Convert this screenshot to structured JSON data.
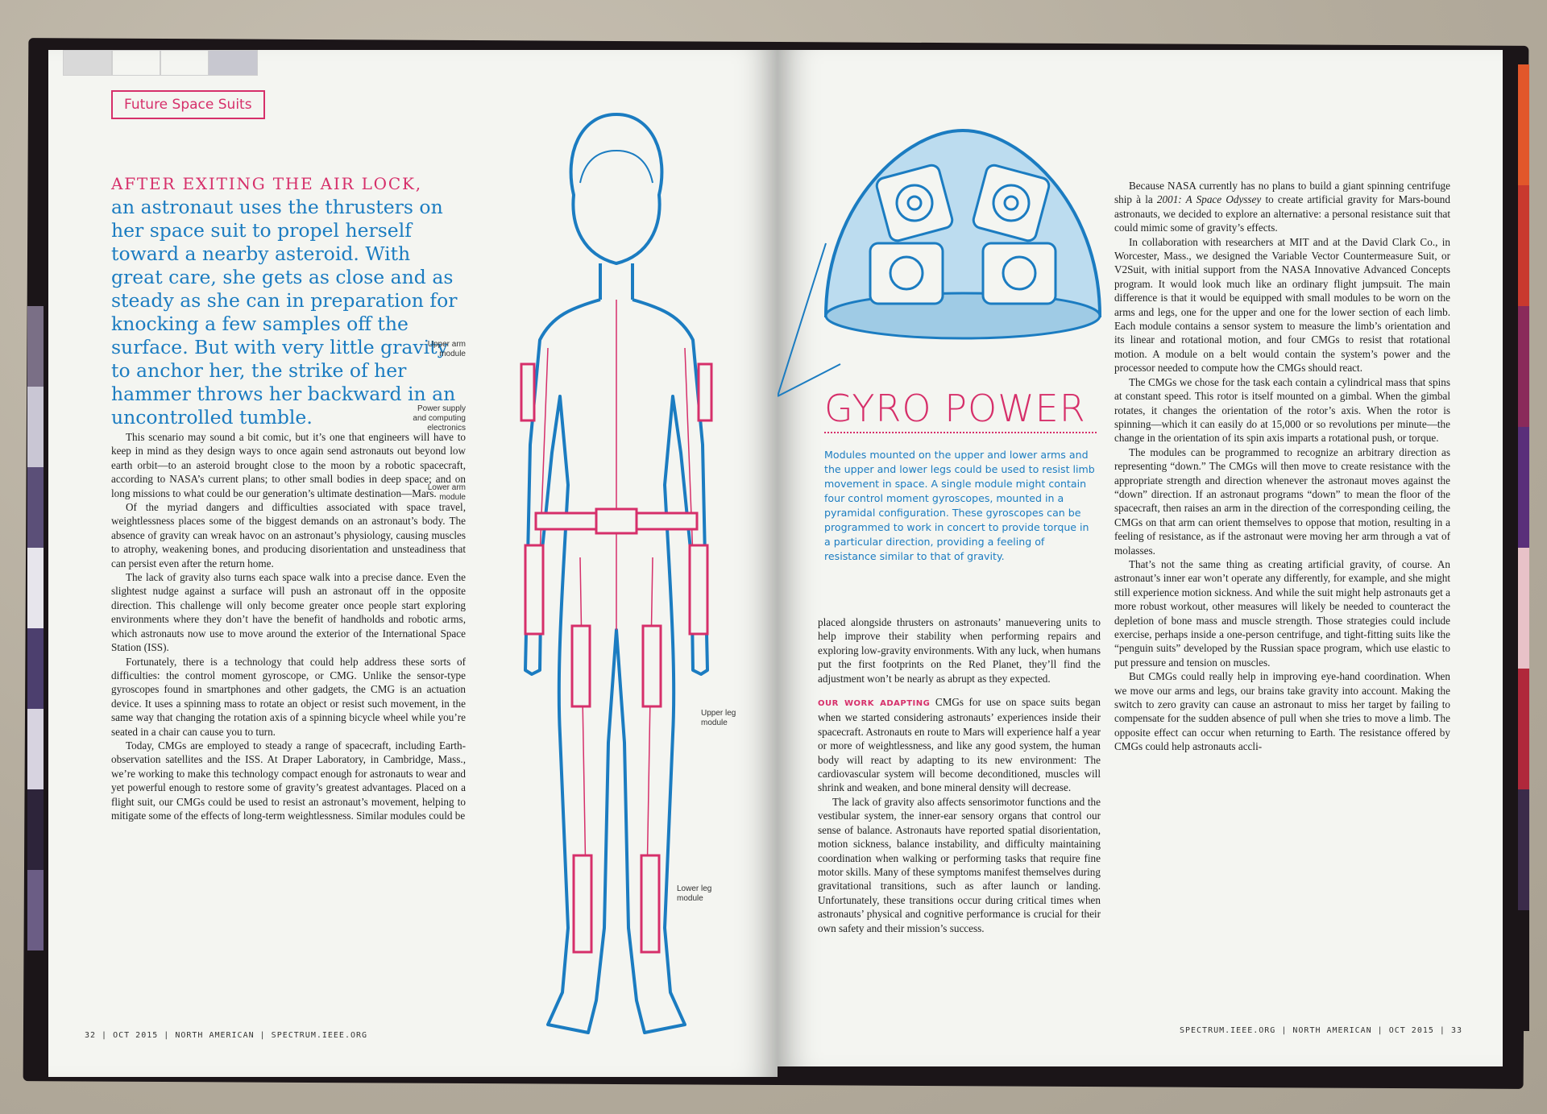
{
  "section_tab": "Future Space Suits",
  "headline": {
    "lead": "AFTER EXITING THE AIR LOCK,",
    "rest": "an astronaut uses the thrusters on her space suit to propel herself toward a nearby asteroid. With great care, she gets as close and as steady as she can in preparation for knocking a few samples off the surface. But with very little gravity to anchor her, the strike of her hammer throws her backward in an uncontrolled tumble."
  },
  "left_body": [
    "This scenario may sound a bit comic, but it’s one that engineers will have to keep in mind as they design ways to once again send astronauts out beyond low earth orbit—to an asteroid brought close to the moon by a robotic spacecraft, according to NASA’s current plans; to other small bodies in deep space; and on long missions to what could be our generation’s ultimate destination—Mars.",
    "Of the myriad dangers and difficulties associated with space travel, weightlessness places some of the biggest demands on an astronaut’s body. The absence of gravity can wreak havoc on an astronaut’s physiology, causing muscles to atrophy, weakening bones, and producing disorientation and unsteadiness that can persist even after the return home.",
    "The lack of gravity also turns each space walk into a precise dance. Even the slightest nudge against a surface will push an astronaut off in the opposite direction. This challenge will only become greater once people start exploring environments where they don’t have the benefit of handholds and robotic arms, which astronauts now use to move around the exterior of the International Space Station (ISS).",
    "Fortunately, there is a technology that could help address these sorts of difficulties: the control moment gyroscope, or CMG. Unlike the sensor-type gyroscopes found in smartphones and other gadgets, the CMG is an actuation device. It uses a spinning mass to rotate an object or resist such movement, in the same way that changing the rotation axis of a spinning bicycle wheel while you’re seated in a chair can cause you to turn.",
    "Today, CMGs are employed to steady a range of spacecraft, including Earth-observation satellites and the ISS. At Draper Laboratory, in Cambridge, Mass., we’re working to make this technology compact enough for astronauts to wear and yet powerful enough to restore some of gravity’s greatest advantages. Placed on a flight suit, our CMGs could be used to resist an astronaut’s movement, helping to mitigate some of the effects of long-term weightlessness. Similar modules could be"
  ],
  "callouts": {
    "upper_arm": "Upper arm module",
    "power": "Power supply and computing electronics",
    "lower_arm": "Lower arm module",
    "upper_leg": "Upper leg module",
    "lower_leg": "Lower leg module"
  },
  "folio_left": "32 | OCT 2015 | NORTH AMERICAN | SPECTRUM.IEEE.ORG",
  "folio_right": "SPECTRUM.IEEE.ORG | NORTH AMERICAN | OCT 2015 | 33",
  "gyro": {
    "title": "GYRO POWER",
    "caption": "Modules mounted on the upper and lower arms and the upper and lower legs could be used to resist limb movement in space. A single module might contain four control moment gyroscopes, mounted in a pyramidal configuration. These gyroscopes can be programmed to work in concert to provide torque in a particular direction, providing a feeling of resistance similar to that of gravity."
  },
  "right_col1": {
    "p1": "placed alongside thrusters on astronauts’ manuevering units to help improve their stability when performing repairs and exploring low-gravity environments. With any luck, when humans put the first footprints on the Red Planet, they’ll find the adjustment won’t be nearly as abrupt as they expected.",
    "runin": "OUR WORK ADAPTING",
    "p2": " CMGs for use on space suits began when we started considering astronauts’ experiences inside their spacecraft. Astronauts en route to Mars will experience half a year or more of weightlessness, and like any good system, the human body will react by adapting to its new environment: The cardiovascular system will become deconditioned, muscles will shrink and weaken, and bone mineral density will decrease.",
    "p3": "The lack of gravity also affects sensorimotor functions and the vestibular system, the inner-ear sensory organs that control our sense of balance. Astronauts have reported spatial disorientation, motion sickness, balance instability, and difficulty maintaining coordination when walking or performing tasks that require fine motor skills. Many of these symptoms manifest themselves during gravitational transitions, such as after launch or landing. Unfortunately, these transitions occur during critical times when astronauts’ physical and cognitive performance is crucial for their own safety and their mission’s success."
  },
  "right_col2": {
    "p1_a": "Because NASA currently has no plans to build a giant spinning centrifuge ship à la ",
    "p1_em": "2001: A Space Odyssey",
    "p1_b": " to create artificial gravity for Mars-bound astronauts, we decided to explore an alternative: a personal resistance suit that could mimic some of gravity’s effects.",
    "p2": "In collaboration with researchers at MIT and at the David Clark Co., in Worcester, Mass., we designed the Variable Vector Countermeasure Suit, or V2Suit, with initial support from the NASA Innovative Advanced Concepts program. It would look much like an ordinary flight jumpsuit. The main difference is that it would be equipped with small modules to be worn on the arms and legs, one for the upper and one for the lower section of each limb. Each module contains a sensor system to measure the limb’s orientation and its linear and rotational motion, and four CMGs to resist that rotational motion. A module on a belt would contain the system’s power and the processor needed to compute how the CMGs should react.",
    "p3": "The CMGs we chose for the task each contain a cylindrical mass that spins at constant speed. This rotor is itself mounted on a gimbal. When the gimbal rotates, it changes the orientation of the rotor’s axis. When the rotor is spinning—which it can easily do at 15,000 or so revolutions per minute—the change in the orientation of its spin axis imparts a rotational push, or torque.",
    "p4": "The modules can be programmed to recognize an arbitrary direction as representing “down.” The CMGs will then move to create resistance with the appropriate strength and direction whenever the astronaut moves against the “down” direction. If an astronaut programs “down” to mean the floor of the spacecraft, then raises an arm in the direction of the corresponding ceiling, the CMGs on that arm can orient themselves to oppose that motion, resulting in a feeling of resistance, as if the astronaut were moving her arm through a vat of molasses.",
    "p5": "That’s not the same thing as creating artificial gravity, of course. An astronaut’s inner ear won’t operate any differently, for example, and she might still experience motion sickness. And while the suit might help astronauts get a more robust workout, other measures will likely be needed to counteract the depletion of bone mass and muscle strength. Those strategies could include exercise, perhaps inside a one-person centrifuge, and tight-fitting suits like the “penguin suits” developed by the Russian space program, which use elastic to put pressure and tension on muscles.",
    "p6": "But CMGs could really help in improving eye-hand coordination. When we move our arms and legs, our brains take gravity into account. Making the switch to zero gravity can cause an astronaut to miss her target by failing to compensate for the sudden absence of pull when she tries to move a limb. The opposite effect can occur when returning to Earth. The resistance offered by CMGs could help astronauts accli-"
  },
  "colors": {
    "accent_pink": "#d62f6a",
    "accent_blue": "#1b7cc1",
    "page": "#f4f5f1"
  }
}
